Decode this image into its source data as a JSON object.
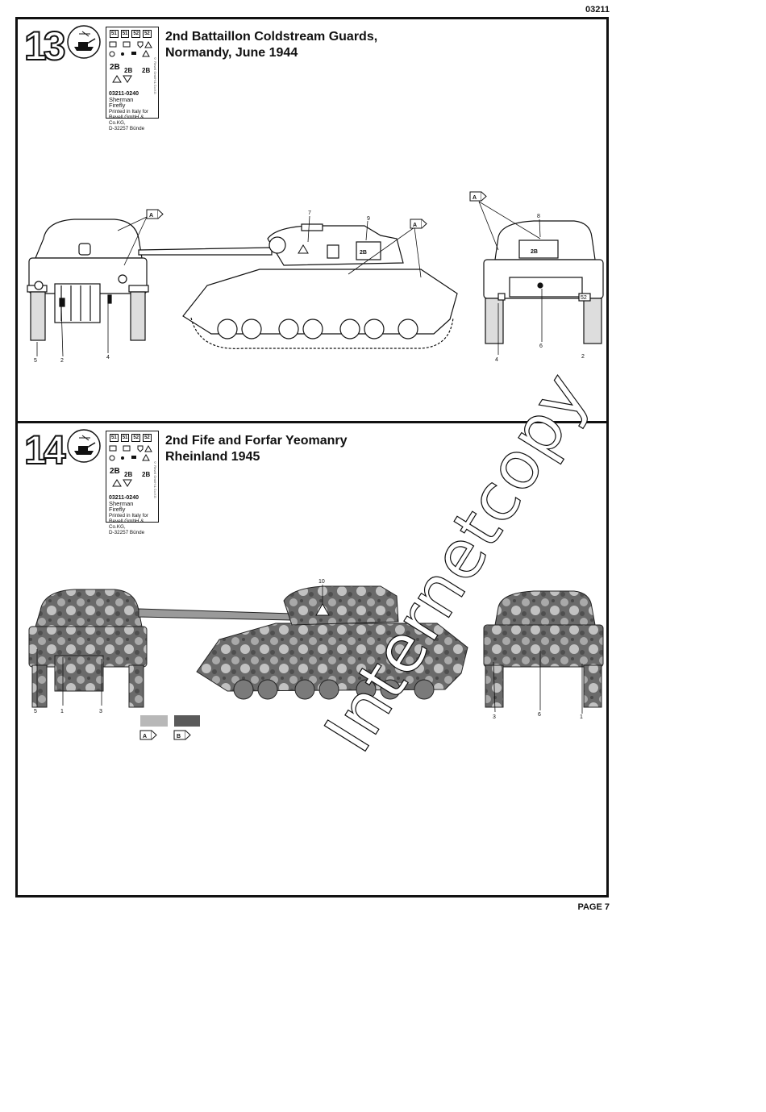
{
  "header": {
    "kit_number": "03211"
  },
  "footer": {
    "page_label": "PAGE 7"
  },
  "watermark": "Internetcopy",
  "steps": [
    {
      "number": "13",
      "title_line1": "2nd Battaillon Coldstream Guards,",
      "title_line2": "Normandy, June 1944",
      "decal_sheet": {
        "top_cells": [
          "51",
          "51",
          "52",
          "52"
        ],
        "marks": [
          "2B",
          "2B",
          "2B"
        ],
        "code": "03211-0240",
        "name": "Sherman Firefly",
        "line1": "Printed in Italy for",
        "line2": "Revell GmbH & Co.KG,",
        "line3": "D-32257 Bünde",
        "vertical": "© Revell GmbH & Co.KG"
      },
      "callouts": {
        "front": [
          "5",
          "2",
          "4"
        ],
        "side": [
          "7",
          "9"
        ],
        "rear": [
          "8",
          "4",
          "6",
          "2"
        ],
        "tags": [
          "A",
          "A",
          "A"
        ],
        "turret_mark": "2B",
        "rear_turret_mark": "2B",
        "rear_plate": "52"
      }
    },
    {
      "number": "14",
      "title_line1": "2nd Fife and Forfar Yeomanry",
      "title_line2": "Rheinland 1945",
      "decal_sheet": {
        "top_cells": [
          "51",
          "51",
          "52",
          "52"
        ],
        "marks": [
          "2B",
          "2B",
          "2B"
        ],
        "code": "03211-0240",
        "name": "Sherman Firefly",
        "line1": "Printed in Italy for",
        "line2": "Revell GmbH & Co.KG,",
        "line3": "D-32257 Bünde",
        "vertical": "© Revell GmbH & Co.KG"
      },
      "callouts": {
        "front": [
          "5",
          "1",
          "3"
        ],
        "side": [
          "10"
        ],
        "rear": [
          "3",
          "6",
          "1"
        ]
      },
      "swatches": [
        {
          "tag": "A",
          "color": "#b8b8b8"
        },
        {
          "tag": "B",
          "color": "#5a5a5a"
        }
      ]
    }
  ]
}
